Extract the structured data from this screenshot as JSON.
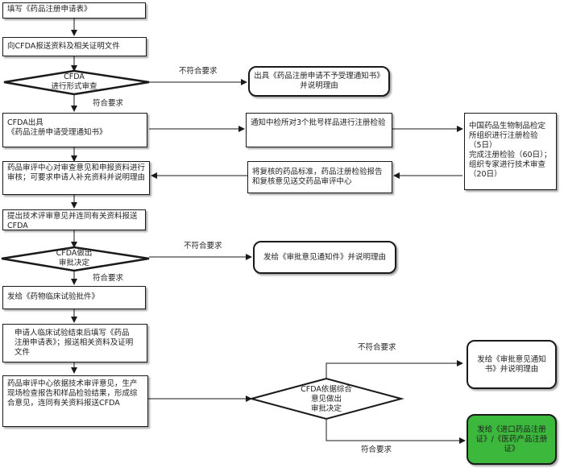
{
  "nodes": {
    "fill_form": "填写《药品注册申请表》",
    "submit_docs": "向CFDA报送资料及相关证明文件",
    "formal_review": "CFDA\n进行形式审查",
    "reject_notice": "出具《药品注册申请不予受理通知书》并说明理由",
    "accept_notice": "CFDA出具\n《药品注册申请受理通知书》",
    "notify_ctrl": "通知中检所对3个批号样品进行注册检验",
    "nicpbp": "中国药品生物制品检定所组织进行注册检验\n（5日）\n完成注册检验（60日）；组织专家进行技术审查（20日）",
    "cde_review": "药品审评中心对审查意见和申报资料进行审核；可要求申请人补充资料并说明理由",
    "send_back": "将复核的药品标准，药品注册检验报告和复核意见送交药品审评中心",
    "tech_opinion": "提出技术评审意见并连同有关资料报送CFDA",
    "approval_decision": "CFDA做出\n审批决定",
    "reject_approval": "发给《审批意见通知件》并说明理由",
    "clinical_permit": "发给《药物临床试验批件》",
    "after_trial": "申请人临床试验结束后填写《药品注册申请表》；报送相关资料及证明文件",
    "comprehensive": "药品审评中心依据技术审评意见，生产现场检查报告和样品检验结果，形成综合意见，连同有关资料报送CFDA",
    "final_decision": "CFDA依据综合\n意见做出\n审批决定",
    "final_reject": "发给《审批意见通知书》并说明理由",
    "certificate": "发给《进口药品注册证》/《医药产品注册证》"
  },
  "labels": {
    "fail1": "不符合要求",
    "pass1": "符合要求",
    "fail2": "不符合要求",
    "pass2": "符合要求",
    "fail3": "不符合要求",
    "pass3": "符合要求"
  },
  "colors": {
    "final_box": "#3cb83c",
    "line": "#1a1a1a"
  }
}
